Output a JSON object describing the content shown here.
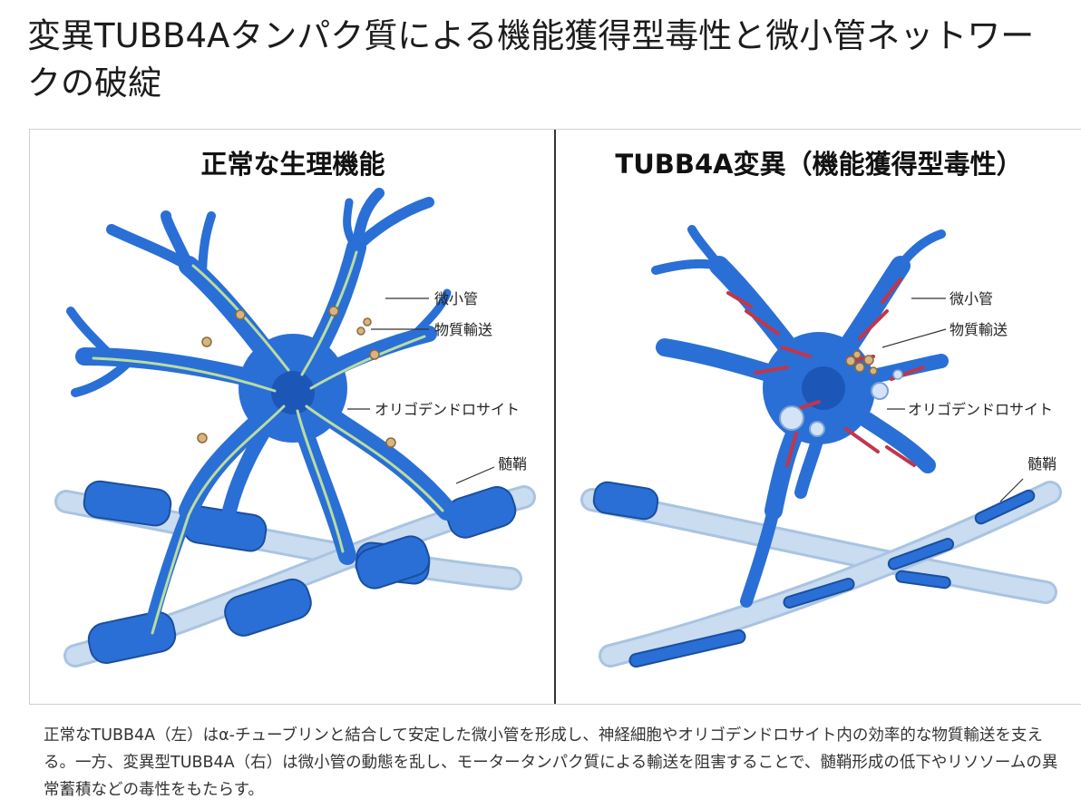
{
  "title": "変異TUBB4Aタンパク質による機能獲得型毒性と微小管ネットワークの破綻",
  "panels": [
    {
      "heading": "正常な生理機能",
      "labels": {
        "microtubule": "微小管",
        "transport": "物質輸送",
        "oligodendrocyte": "オリゴデンドロサイト",
        "myelin": "髄鞘"
      }
    },
    {
      "heading": "TUBB4A変異（機能獲得型毒性）",
      "labels": {
        "microtubule": "微小管",
        "transport": "物質輸送",
        "oligodendrocyte": "オリゴデンドロサイト",
        "myelin": "髄鞘"
      }
    }
  ],
  "caption": "正常なTUBB4A（左）はα-チューブリンと結合して安定した微小管を形成し、神経細胞やオリゴデンドロサイト内の効率的な物質輸送を支える。一方、変異型TUBB4A（右）は微小管の動態を乱し、モータータンパク質による輸送を阻害することで、髄鞘形成の低下やリソソームの異常蓄積などの毒性をもたらす。",
  "colors": {
    "cell": "#2a6fd6",
    "cell_dark": "#1f56a8",
    "nucleus": "#1c57b8",
    "microtubule_normal": "#b9dca0",
    "microtubule_mutant": "#c2364a",
    "axon": "#c4d9ee",
    "cargo": "#d9b482"
  }
}
